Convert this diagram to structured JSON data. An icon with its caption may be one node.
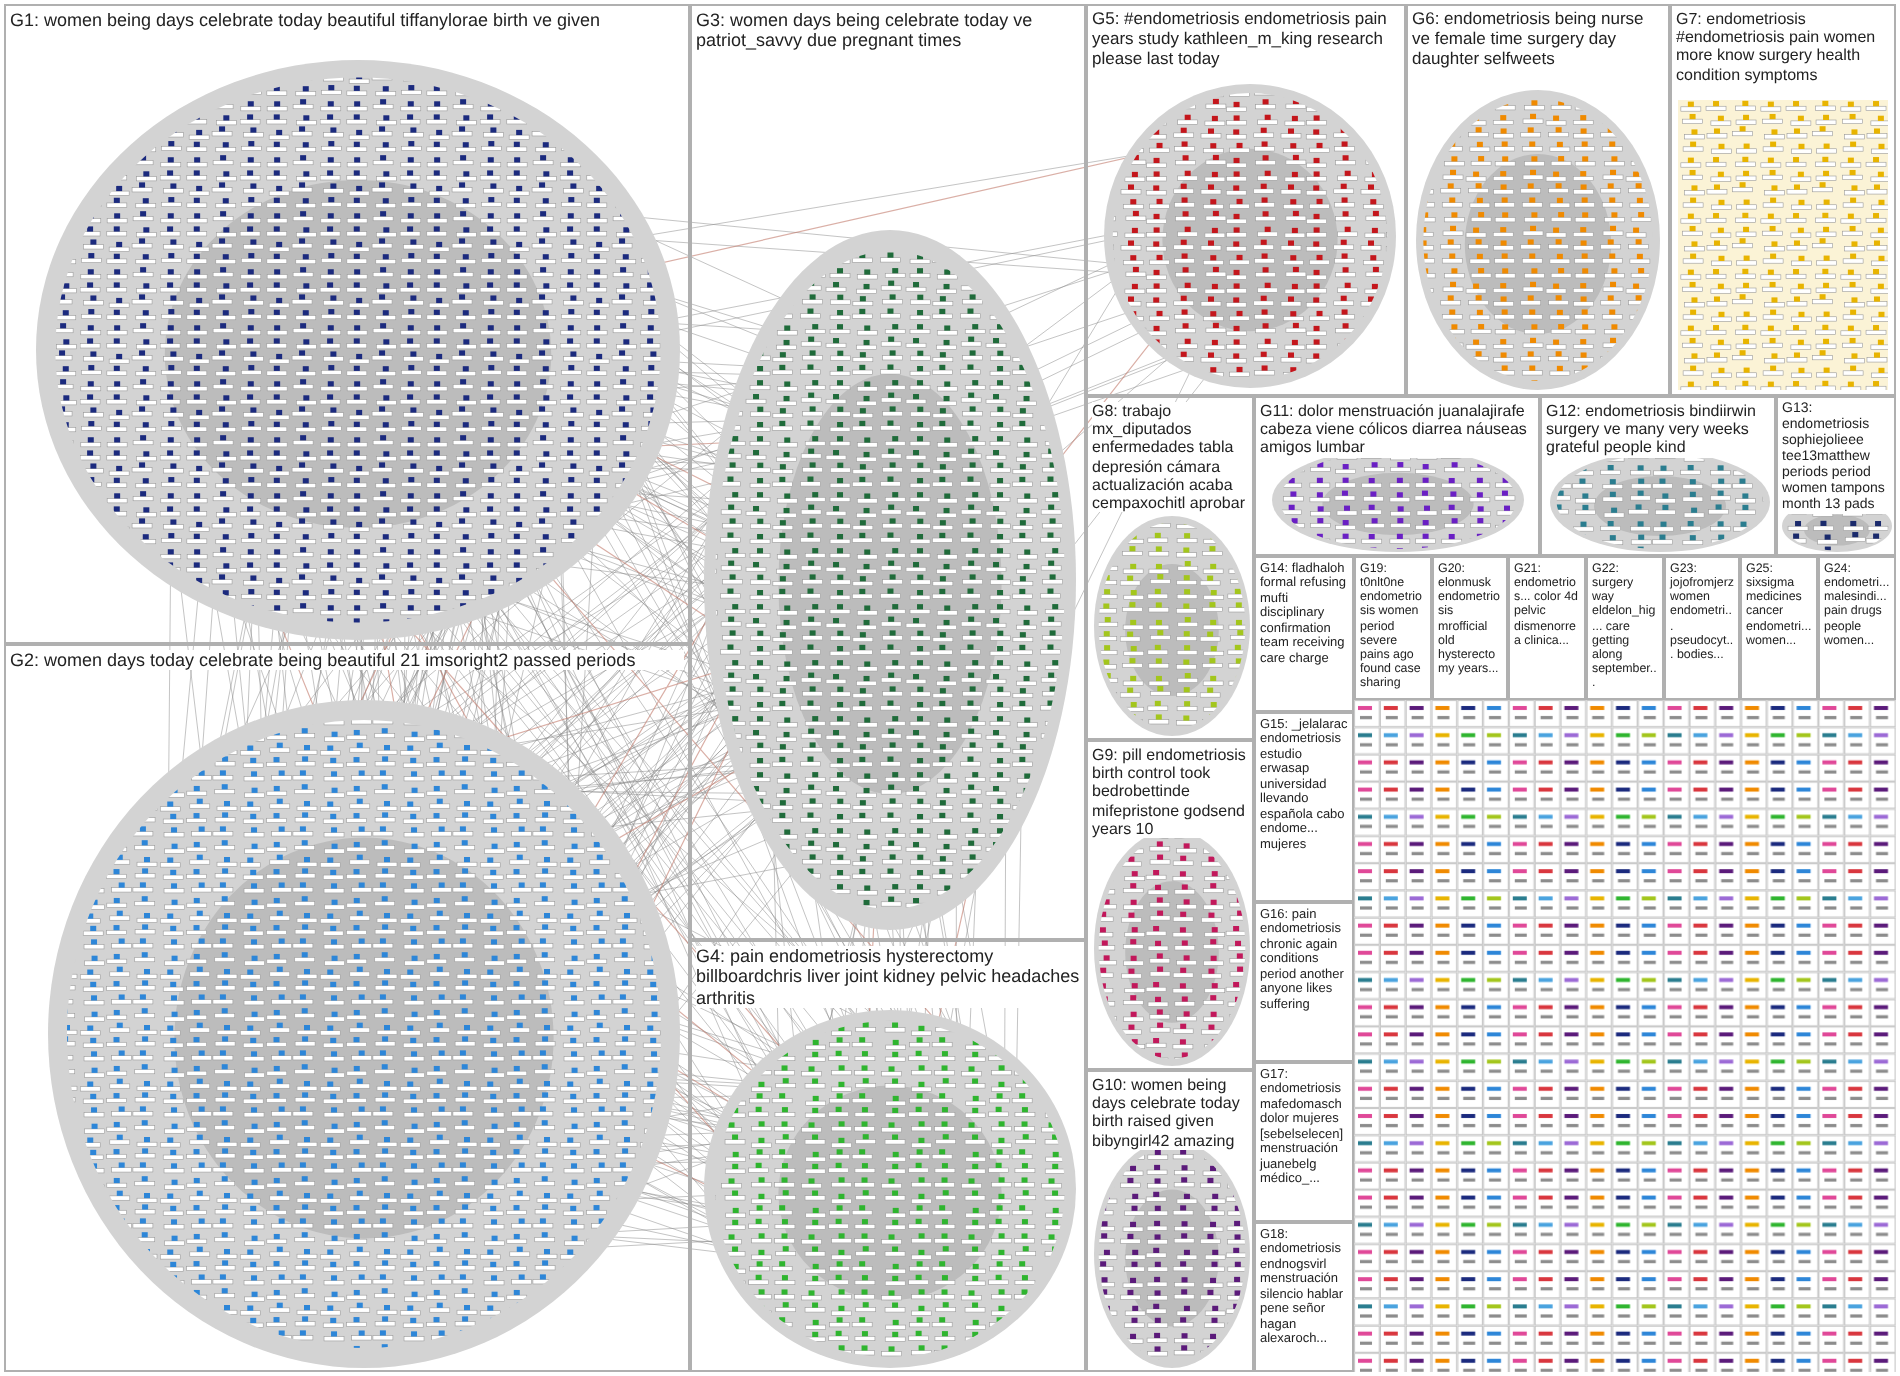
{
  "diagram": {
    "nodes": [
      {
        "text": [
          "G1: women being days celebrate today beautiful tiffanylorae birth ve given"
        ]
      },
      {
        "text": [
          "G2: women days today celebrate being beautiful 21 imsoright2 passed periods"
        ]
      },
      {
        "text": [
          "G3: women days being celebrate today ve patriot_savvy due pregnant times"
        ]
      },
      {
        "text": [
          "G4: pain endometriosis hysterectomy billboardchris liver joint kidney pelvic headaches arthritis"
        ]
      },
      {
        "text": [
          "G5: #endometriosis endometriosis pain years study kathleen_m_king research please last today"
        ]
      },
      {
        "text": [
          "G6: endometriosis being nurse ve female time surgery day daughter selfweets"
        ]
      },
      {
        "text": [
          "G7: endometriosis #endometriosis pain women more know surgery health condition symptoms"
        ]
      },
      {
        "text": [
          "G8: trabajo mx_diputados enfermedades tabla depresión cámara actualización acaba cempaxochitl aprobar"
        ]
      },
      {
        "text": [
          "G11: dolor menstruación juanalajirafe cabeza viene cólicos diarrea náuseas amigos lumbar"
        ]
      },
      {
        "text": [
          "G12: endometriosis bindiirwin surgery ve many very weeks grateful people kind"
        ]
      },
      {
        "text": [
          "G13: endometriosis sophiejolieee tee13matthew periods period women tampons month 13 pads"
        ]
      },
      {
        "text": [
          "G9: pill endometriosis birth control took bedrobettinde mifepristone godsend years 10"
        ]
      },
      {
        "text": [
          "G10: women being days celebrate today birth raised given bibyngirl42 amazing"
        ]
      },
      {
        "text": [
          "G14: fladhaloh formal refusing mufti disciplinary confirmation team receiving care charge"
        ]
      },
      {
        "text": [
          "G15: _jelalarac endometriosis estudio erwasap universidad llevando española cabo endome... mujeres"
        ]
      },
      {
        "text": [
          "G16: pain endometriosis chronic again conditions period another anyone likes suffering"
        ]
      },
      {
        "text": [
          "G17: endometriosis mafedomasch dolor mujeres [sebelselecen] menstruación juanebelg médico_..."
        ]
      },
      {
        "text": [
          "G18: endometriosis endnogsvirl menstruación silencio hablar pene señor hagan alexaroch..."
        ]
      },
      {
        "text": [
          "G19: t0nlt0ne endometriosis women period severe pains ago found case sharing"
        ]
      },
      {
        "text": [
          "G20: elonmusk endometriosis mrofficial old hysterectomy years..."
        ]
      },
      {
        "text": [
          "G21: endometrios... color 4d pelvic dismenorrea clinica..."
        ]
      },
      {
        "text": [
          "G22: surgery way eldelon_hig... care getting along september..."
        ]
      },
      {
        "text": [
          "G23: jojofromjerz women endometri... pseudocyt... bodies..."
        ]
      },
      {
        "text": [
          "G25: sixsigma medicines cancer endometri... women..."
        ]
      },
      {
        "text": [
          "G24: endometri... malesindi... pain drugs people women..."
        ]
      }
    ]
  }
}
